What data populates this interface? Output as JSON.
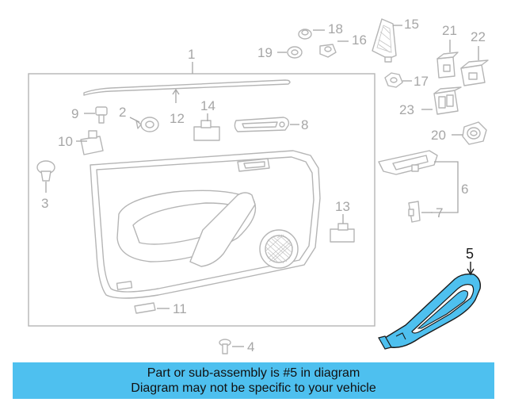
{
  "diagram": {
    "callouts": {
      "c1": "1",
      "c2": "2",
      "c3": "3",
      "c4": "4",
      "c5": "5",
      "c6": "6",
      "c7": "7",
      "c8": "8",
      "c9": "9",
      "c10": "10",
      "c11": "11",
      "c12": "12",
      "c13": "13",
      "c14": "14",
      "c15": "15",
      "c16": "16",
      "c17": "17",
      "c18": "18",
      "c19": "19",
      "c20": "20",
      "c21": "21",
      "c22": "22",
      "c23": "23"
    },
    "highlighted_part": "5",
    "highlight_color": "#4ec0ef",
    "line_color": "#b5b5b5"
  },
  "banner": {
    "line1": "Part or sub-assembly is #5 in diagram",
    "line2": "Diagram may not be specific to your vehicle",
    "background": "#4ec0ef"
  }
}
